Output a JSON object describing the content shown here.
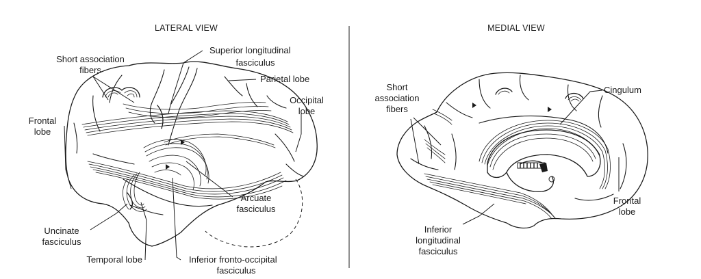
{
  "lateral_view": {
    "title": "LATERAL VIEW",
    "labels": {
      "short_assoc_1": "Short association",
      "short_assoc_2": "fibers",
      "slf_1": "Superior longitudinal",
      "slf_2": "fasciculus",
      "parietal": "Parietal lobe",
      "occipital_1": "Occipital",
      "occipital_2": "lobe",
      "frontal_1": "Frontal",
      "frontal_2": "lobe",
      "arcuate_1": "Arcuate",
      "arcuate_2": "fasciculus",
      "uncinate_1": "Uncinate",
      "uncinate_2": "fasciculus",
      "temporal": "Temporal lobe",
      "ifo_1": "Inferior fronto-occipital",
      "ifo_2": "fasciculus"
    }
  },
  "medial_view": {
    "title": "MEDIAL VIEW",
    "labels": {
      "short_1": "Short",
      "short_2": "association",
      "short_3": "fibers",
      "cingulum": "Cingulum",
      "frontal_1": "Frontal",
      "frontal_2": "lobe",
      "ilf_1": "Inferior",
      "ilf_2": "longitudinal",
      "ilf_3": "fasciculus"
    }
  }
}
